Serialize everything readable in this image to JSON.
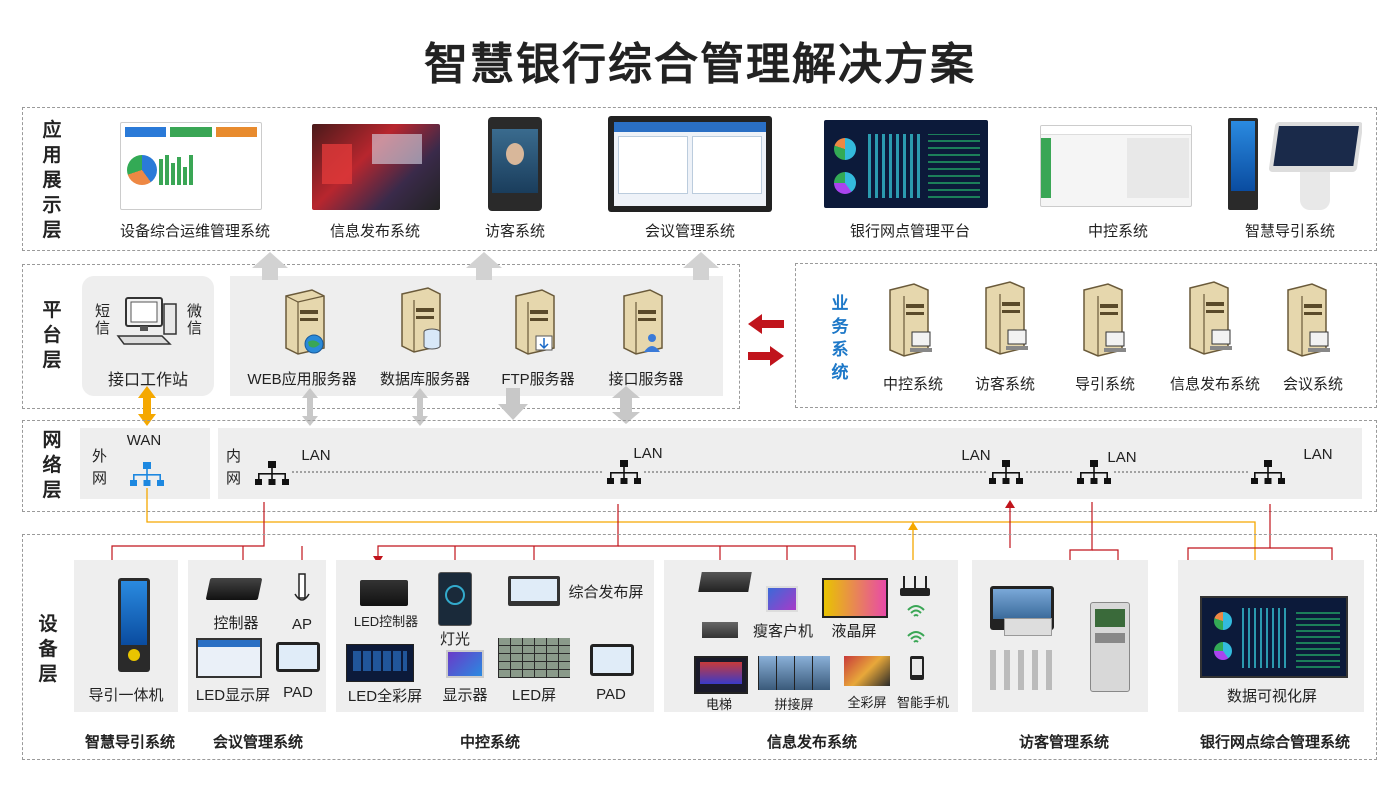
{
  "title": "智慧银行综合管理解决方案",
  "layers": {
    "app": "应用展示层",
    "platform": "平台层",
    "network": "网络层",
    "device": "设备层"
  },
  "app_items": [
    "设备综合运维管理系统",
    "信息发布系统",
    "访客系统",
    "会议管理系统",
    "银行网点管理平台",
    "中控系统",
    "智慧导引系统"
  ],
  "platform": {
    "workstation": "接口工作站",
    "sms": "短信",
    "wechat": "微信",
    "servers": [
      "WEB应用服务器",
      "数据库服务器",
      "FTP服务器",
      "接口服务器"
    ]
  },
  "business": {
    "label": "业务系统",
    "systems": [
      "中控系统",
      "访客系统",
      "导引系统",
      "信息发布系统",
      "会议系统"
    ]
  },
  "network": {
    "external": "外网",
    "internal": "内网",
    "wan": "WAN",
    "lan": "LAN"
  },
  "devices": {
    "guide": {
      "name": "智慧导引系统",
      "items": [
        "导引一体机"
      ]
    },
    "meeting": {
      "name": "会议管理系统",
      "items": [
        "控制器",
        "AP",
        "LED显示屏",
        "PAD"
      ]
    },
    "control": {
      "name": "中控系统",
      "items": [
        "LED控制器",
        "灯光",
        "综合发布屏",
        "LED全彩屏",
        "显示器",
        "LED屏",
        "PAD"
      ]
    },
    "info": {
      "name": "信息发布系统",
      "items": [
        "瘦客户机",
        "液晶屏",
        "电梯",
        "拼接屏",
        "全彩屏",
        "智能手机"
      ]
    },
    "visitor": {
      "name": "访客管理系统"
    },
    "bank": {
      "name": "银行网点综合管理系统",
      "items": [
        "数据可视化屏"
      ]
    }
  },
  "colors": {
    "red": "#c0141c",
    "orange": "#f5a800",
    "blue": "#1d78c8",
    "gray": "#cfcfcf"
  }
}
